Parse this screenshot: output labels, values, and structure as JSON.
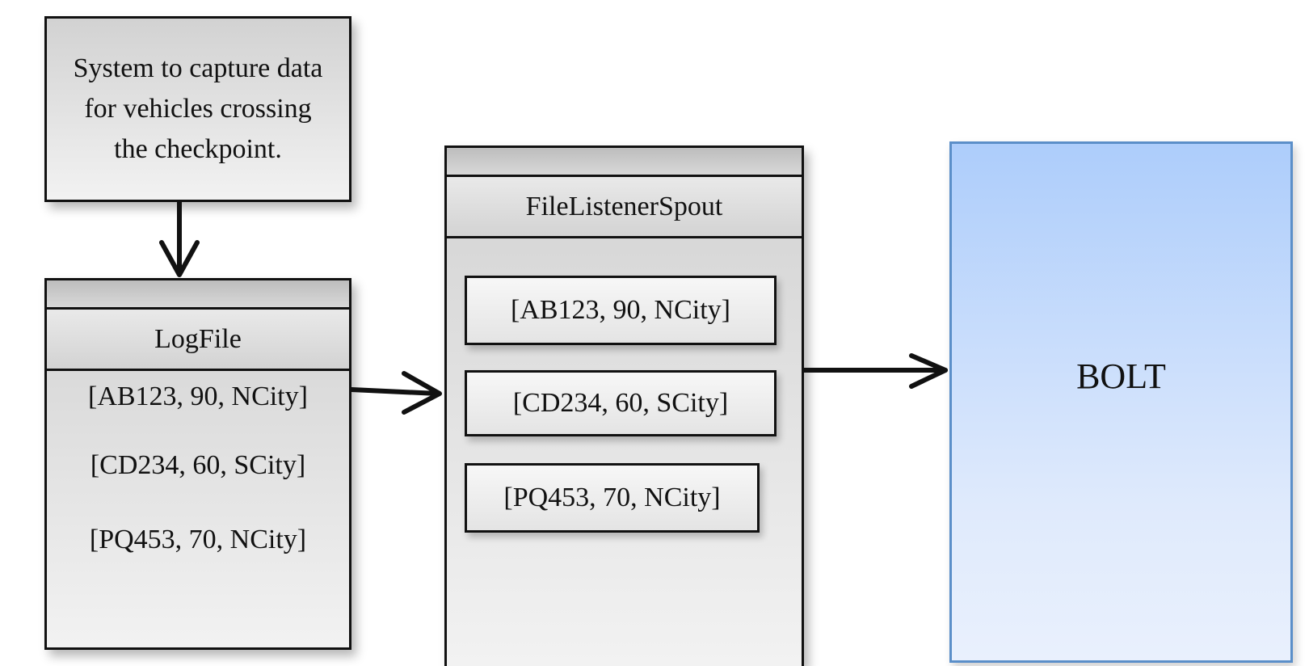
{
  "source": {
    "text": "System to capture data for vehicles crossing the checkpoint."
  },
  "logfile": {
    "title": "LogFile",
    "rows": [
      "[AB123, 90, NCity]",
      "[CD234, 60, SCity]",
      "[PQ453, 70, NCity]"
    ]
  },
  "spout": {
    "title": "FileListenerSpout",
    "tuples": [
      "[AB123, 90, NCity]",
      "[CD234, 60, SCity]",
      "[PQ453, 70, NCity]"
    ]
  },
  "bolt": {
    "label": "BOLT"
  },
  "colors": {
    "box_border": "#111111",
    "bolt_border": "#5b8fc9",
    "bolt_fill_top": "#adcdfb",
    "bolt_fill_bottom": "#e9f0fd"
  }
}
